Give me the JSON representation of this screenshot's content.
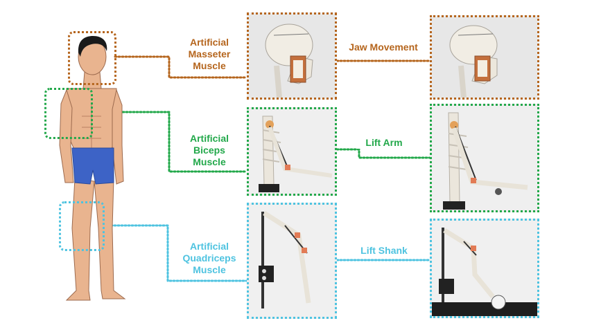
{
  "labels": {
    "masseter": "Artificial\nMasseter\nMuscle",
    "biceps": "Artificial\nBiceps\nMuscle",
    "quadriceps": "Artificial\nQuadriceps\nMuscle",
    "jaw": "Jaw Movement",
    "lift_arm": "Lift Arm",
    "lift_shank": "Lift Shank"
  },
  "colors": {
    "masseter": "#b5651d",
    "biceps": "#22a84a",
    "quadriceps": "#4ec3e0",
    "skin": "#e9b48f",
    "shorts": "#3d63c6"
  }
}
